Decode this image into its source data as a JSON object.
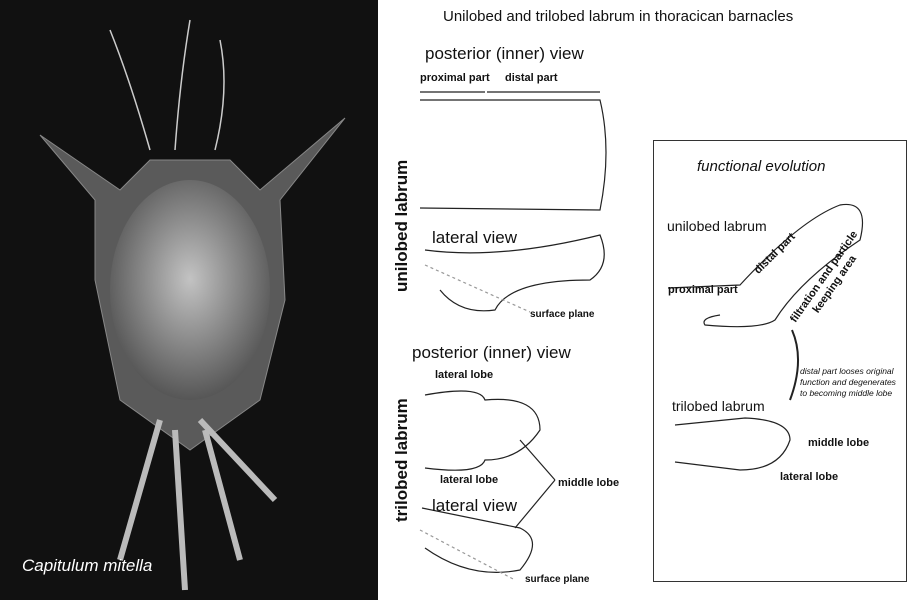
{
  "title": "Unilobed and trilobed labrum in thoracican barnacles",
  "photo": {
    "caption": "Capitulum mitella"
  },
  "unilobed": {
    "side_label": "unilobed labrum",
    "posterior_heading": "posterior (inner) view",
    "proximal_label": "proximal part",
    "distal_label": "distal part",
    "lateral_heading": "lateral view",
    "surface_label": "surface plane"
  },
  "trilobed": {
    "side_label": "trilobed labrum",
    "posterior_heading": "posterior (inner) view",
    "lateral_lobe_top": "lateral lobe",
    "lateral_lobe_bottom": "lateral lobe",
    "middle_lobe": "middle lobe",
    "lateral_heading": "lateral view",
    "surface_label": "surface plane"
  },
  "evolution": {
    "heading": "functional evolution",
    "unilobed_label": "unilobed labrum",
    "distal_label": "distal part",
    "proximal_label": "proximal part",
    "filtration_label_1": "filtration and particle",
    "filtration_label_2": "keeping area",
    "note_1": "distal part looses original",
    "note_2": "function and degenerates",
    "note_3": "to becoming middle lobe",
    "trilobed_label": "trilobed labrum",
    "middle_lobe": "middle lobe",
    "lateral_lobe": "lateral lobe"
  }
}
